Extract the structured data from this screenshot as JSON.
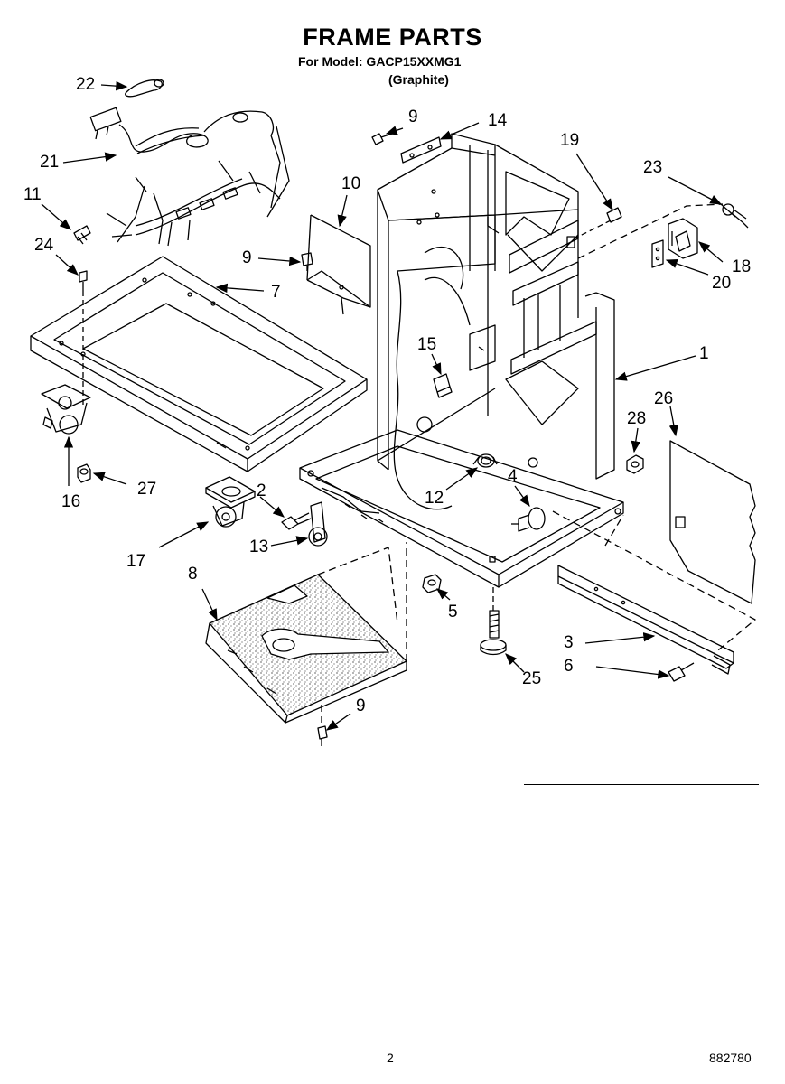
{
  "header": {
    "title": "FRAME PARTS",
    "model_line": "For Model: GACP15XXMG1",
    "variant": "(Graphite)"
  },
  "callouts": [
    {
      "number": "22",
      "part": "part-22"
    },
    {
      "number": "21",
      "part": "part-21"
    },
    {
      "number": "11",
      "part": "part-11"
    },
    {
      "number": "24",
      "part": "part-24"
    },
    {
      "number": "9",
      "part": "part-9-a"
    },
    {
      "number": "14",
      "part": "part-14"
    },
    {
      "number": "19",
      "part": "part-19"
    },
    {
      "number": "23",
      "part": "part-23"
    },
    {
      "number": "10",
      "part": "part-10"
    },
    {
      "number": "9",
      "part": "part-9-b"
    },
    {
      "number": "7",
      "part": "part-7"
    },
    {
      "number": "18",
      "part": "part-18"
    },
    {
      "number": "20",
      "part": "part-20"
    },
    {
      "number": "15",
      "part": "part-15"
    },
    {
      "number": "1",
      "part": "part-1"
    },
    {
      "number": "26",
      "part": "part-26"
    },
    {
      "number": "28",
      "part": "part-28"
    },
    {
      "number": "16",
      "part": "part-16"
    },
    {
      "number": "27",
      "part": "part-27"
    },
    {
      "number": "2",
      "part": "part-2"
    },
    {
      "number": "12",
      "part": "part-12"
    },
    {
      "number": "4",
      "part": "part-4"
    },
    {
      "number": "17",
      "part": "part-17"
    },
    {
      "number": "13",
      "part": "part-13"
    },
    {
      "number": "8",
      "part": "part-8"
    },
    {
      "number": "5",
      "part": "part-5"
    },
    {
      "number": "3",
      "part": "part-3"
    },
    {
      "number": "6",
      "part": "part-6"
    },
    {
      "number": "25",
      "part": "part-25"
    },
    {
      "number": "9",
      "part": "part-9-c"
    }
  ],
  "footer": {
    "page_number": "2",
    "document_number": "882780"
  }
}
